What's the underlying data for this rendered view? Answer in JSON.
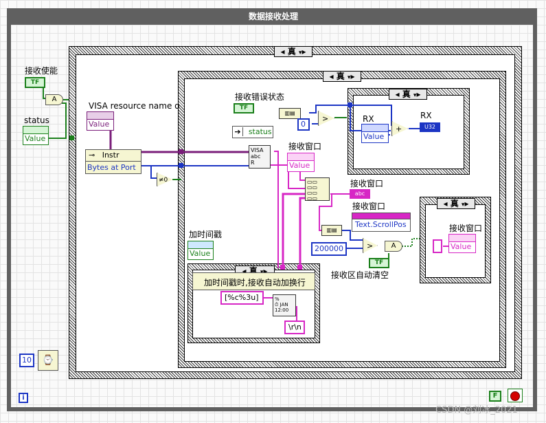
{
  "loop": {
    "title": "数据接收处理",
    "iteration_icon": "i",
    "wait_value": "10",
    "stop_const": "F"
  },
  "cases": {
    "outer_selector": "真",
    "middle_selector": "真",
    "rx_selector": "真",
    "timestamp_selector": "真",
    "scroll_selector": "真"
  },
  "controls": {
    "receive_enable": "接收使能",
    "receive_enable_const": "TF",
    "and_label": "A",
    "status_label": "status",
    "status_value": "Value",
    "visa_label": "VISA resource name o",
    "visa_value": "Value",
    "property_instr": "Instr",
    "property_bytes": "Bytes at Port",
    "zero_compare": "≠0",
    "error_status_label": "接收错误状态",
    "error_status_const": "TF",
    "status_field": "status",
    "rx_label": "RX",
    "rx_value": "Value",
    "rx_indicator_label": "RX",
    "rx_indicator_type": "U32",
    "plus": "+",
    "zero_const": "0",
    "gt": ">",
    "recv_window_label": "接收窗口",
    "recv_window_value": "Value",
    "recv_window2_label": "接收窗口",
    "recv_window2_type": "abc",
    "recv_window3_label": "接收窗口",
    "recv_window3_prop": "Text.ScrollPos",
    "recv_window4_label": "接收窗口",
    "recv_window4_value": "Value",
    "const_200000": "200000",
    "and2_label": "A",
    "auto_clear_label": "接收区自动清空",
    "auto_clear_const": "TF",
    "timestamp_label": "加时间戳",
    "timestamp_value": "Value",
    "timestamp_note": "加时间戳时,接收自动加换行",
    "format_const": "[%c%3u]",
    "newline_const": "\\r\\n"
  },
  "colors": {
    "bool_wire": "#1a7f1a",
    "num_wire": "#1c35c4",
    "str_wire": "#d726c5",
    "visa_wire": "#7a1d7a",
    "frame": "#606060"
  },
  "watermark": "CSDN @刘冰_2021"
}
